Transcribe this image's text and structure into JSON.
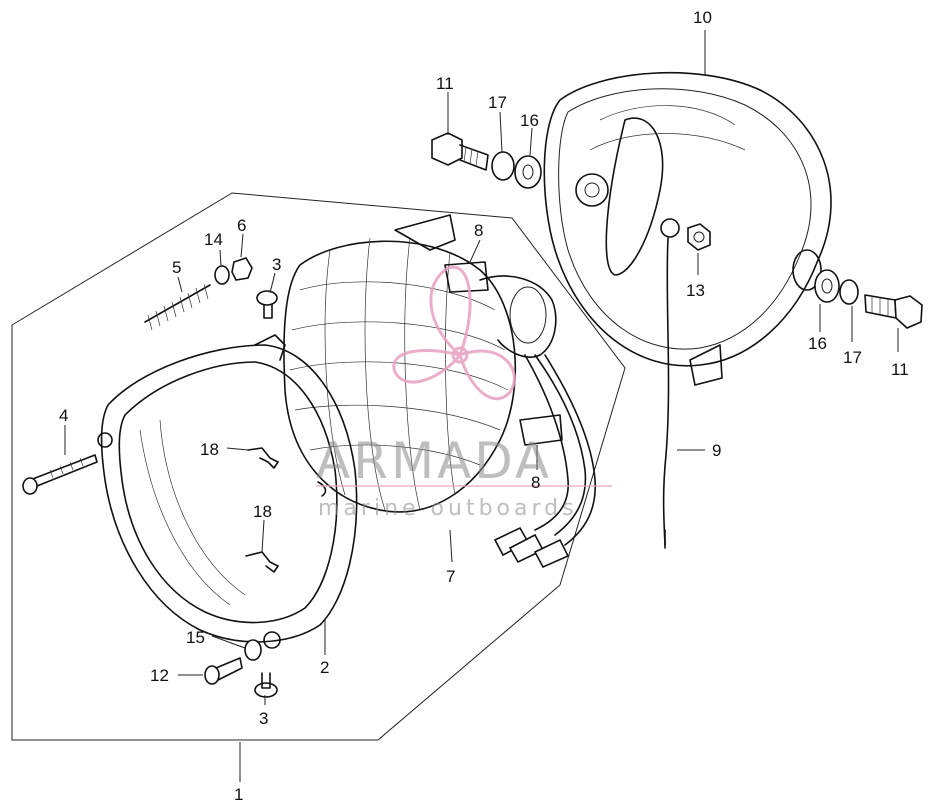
{
  "parts": [
    {
      "id": "callout-1",
      "label": "1"
    },
    {
      "id": "callout-2",
      "label": "2"
    },
    {
      "id": "callout-3a",
      "label": "3"
    },
    {
      "id": "callout-3b",
      "label": "3"
    },
    {
      "id": "callout-4",
      "label": "4"
    },
    {
      "id": "callout-5",
      "label": "5"
    },
    {
      "id": "callout-6",
      "label": "6"
    },
    {
      "id": "callout-7",
      "label": "7"
    },
    {
      "id": "callout-8a",
      "label": "8"
    },
    {
      "id": "callout-8b",
      "label": "8"
    },
    {
      "id": "callout-9",
      "label": "9"
    },
    {
      "id": "callout-10",
      "label": "10"
    },
    {
      "id": "callout-11a",
      "label": "11"
    },
    {
      "id": "callout-11b",
      "label": "11"
    },
    {
      "id": "callout-12",
      "label": "12"
    },
    {
      "id": "callout-13",
      "label": "13"
    },
    {
      "id": "callout-14",
      "label": "14"
    },
    {
      "id": "callout-15",
      "label": "15"
    },
    {
      "id": "callout-16a",
      "label": "16"
    },
    {
      "id": "callout-16b",
      "label": "16"
    },
    {
      "id": "callout-17a",
      "label": "17"
    },
    {
      "id": "callout-17b",
      "label": "17"
    },
    {
      "id": "callout-18a",
      "label": "18"
    },
    {
      "id": "callout-18b",
      "label": "18"
    }
  ],
  "watermark": {
    "brand": "ARMADA",
    "tagline": "marine outboards",
    "logo_color": "#e8a0c0"
  }
}
